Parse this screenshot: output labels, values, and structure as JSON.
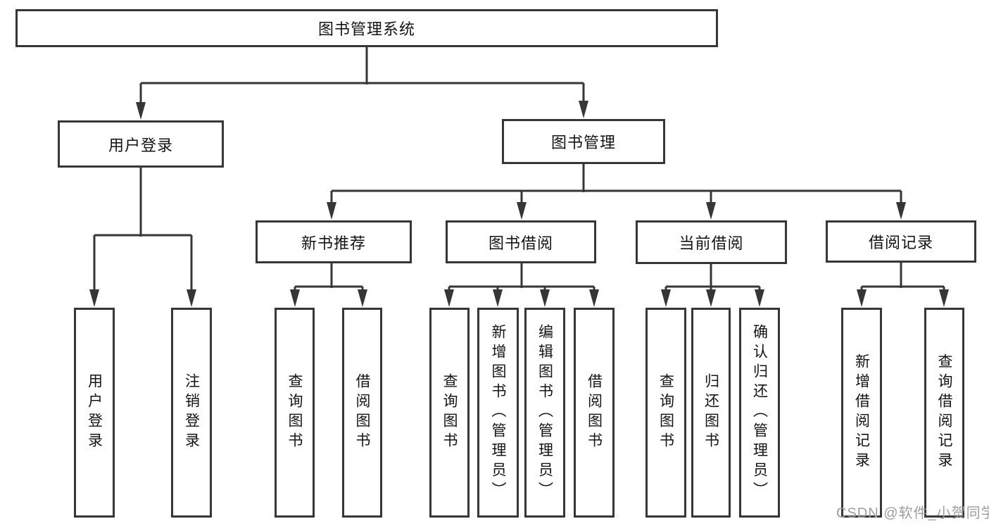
{
  "diagram": {
    "root": {
      "label": "图书管理系统"
    },
    "level1": [
      {
        "label": "用户登录"
      },
      {
        "label": "图书管理"
      }
    ],
    "level2": [
      {
        "label": "新书推荐"
      },
      {
        "label": "图书借阅"
      },
      {
        "label": "当前借阅"
      },
      {
        "label": "借阅记录"
      }
    ],
    "leaves": {
      "user_login": [
        {
          "label": "用户登录"
        },
        {
          "label": "注销登录"
        }
      ],
      "new_books": [
        {
          "label": "查询图书"
        },
        {
          "label": "借阅图书"
        }
      ],
      "book_borrow": [
        {
          "label": "查询图书"
        },
        {
          "label": "新增图书（管理员）"
        },
        {
          "label": "编辑图书（管理员）"
        },
        {
          "label": "借阅图书"
        }
      ],
      "current_borrow": [
        {
          "label": "查询图书"
        },
        {
          "label": "归还图书"
        },
        {
          "label": "确认归还（管理员）"
        }
      ],
      "borrow_records": [
        {
          "label": "新增借阅记录"
        },
        {
          "label": "查询借阅记录"
        }
      ]
    },
    "colors": {
      "line": "#363636",
      "text": "#141414",
      "background": "#ffffff",
      "watermark": "#9e9e9e"
    }
  },
  "watermark": {
    "text": "CSDN @软件_小贺同学"
  }
}
